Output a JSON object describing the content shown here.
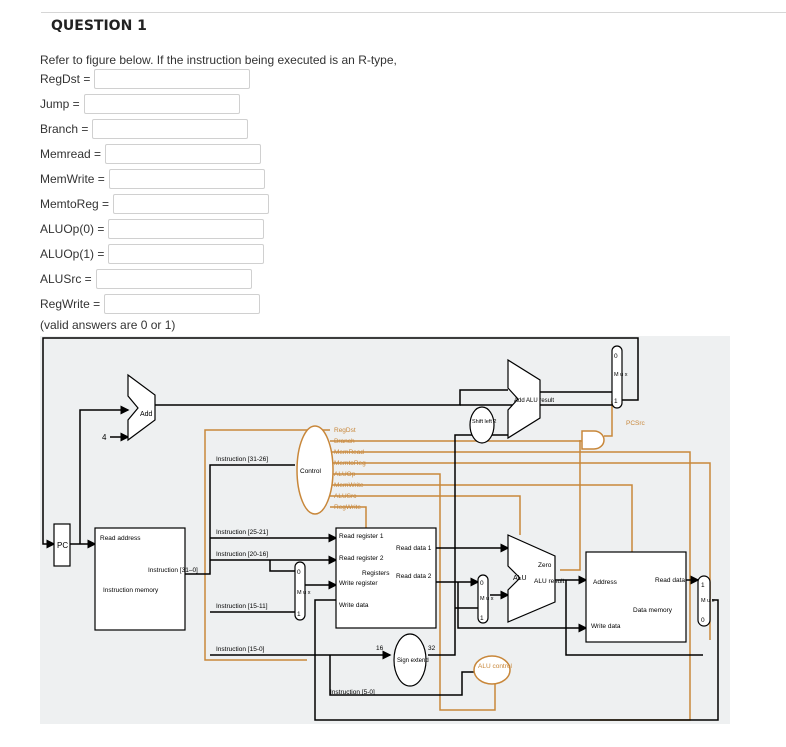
{
  "question_title": "QUESTION 1",
  "prompt": "Refer to figure below. If the instruction being executed is an R-type,",
  "fields": [
    {
      "label": "RegDst =",
      "value": ""
    },
    {
      "label": "Jump =",
      "value": ""
    },
    {
      "label": "Branch =",
      "value": ""
    },
    {
      "label": "Memread =",
      "value": ""
    },
    {
      "label": "MemWrite =",
      "value": ""
    },
    {
      "label": "MemtoReg =",
      "value": ""
    },
    {
      "label": "ALUOp(0) =",
      "value": ""
    },
    {
      "label": "ALUOp(1) =",
      "value": ""
    },
    {
      "label": "ALUSrc =",
      "value": ""
    },
    {
      "label": "RegWrite =",
      "value": ""
    }
  ],
  "note": "(valid answers are 0 or 1)",
  "diagram": {
    "pc": "PC",
    "add": "Add",
    "four": "4",
    "instr_mem_read_address": "Read address",
    "instr_mem_instruction": "Instruction [31–0]",
    "instr_mem_name": "Instruction memory",
    "control": "Control",
    "instr_31_26": "Instruction [31-26]",
    "instr_25_21": "Instruction [25-21]",
    "instr_20_16": "Instruction [20-16]",
    "instr_15_11": "Instruction [15-11]",
    "instr_15_0": "Instruction [15-0]",
    "instr_5_0": "Instruction [5-0]",
    "signals": [
      "RegDst",
      "Branch",
      "MemRead",
      "MemtoReg",
      "ALUOp",
      "MemWrite",
      "ALUSrc",
      "RegWrite"
    ],
    "reg_read_register_1": "Read register 1",
    "reg_read_register_2": "Read register 2",
    "reg_write_register": "Write register",
    "reg_write_data": "Write data",
    "reg_read_data_1": "Read data 1",
    "reg_read_data_2": "Read data 2",
    "registers": "Registers",
    "shift_left_2": "Shift left 2",
    "add_alu_result": "Add ALU result",
    "alu": "ALU",
    "alu_zero": "Zero",
    "alu_result": "ALU result",
    "alu_control": "ALU control",
    "sign_extend": "Sign extend",
    "bits_16": "16",
    "bits_32": "32",
    "dm_address": "Address",
    "dm_read_data": "Read data",
    "dm_write_data": "Write data",
    "dm_name": "Data memory",
    "pcsrc": "PCSrc",
    "mux_letters": "M u x",
    "zero": "0",
    "one": "1"
  }
}
